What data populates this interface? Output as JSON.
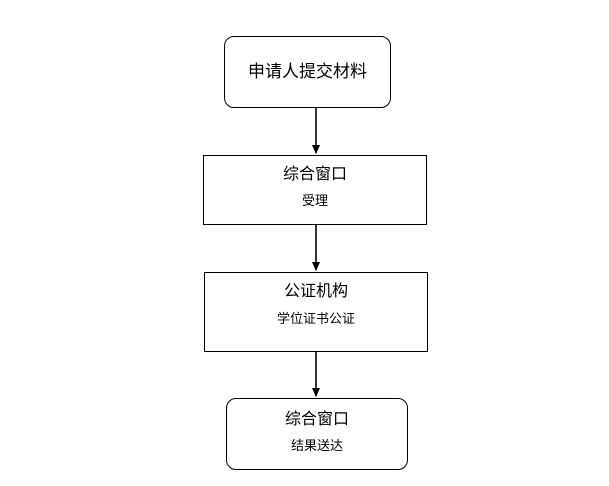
{
  "flowchart": {
    "nodes": [
      {
        "title": "申请人提交材料",
        "subtitle": ""
      },
      {
        "title": "综合窗口",
        "subtitle": "受理"
      },
      {
        "title": "公证机构",
        "subtitle": "学位证书公证"
      },
      {
        "title": "综合窗口",
        "subtitle": "结果送达"
      }
    ]
  }
}
